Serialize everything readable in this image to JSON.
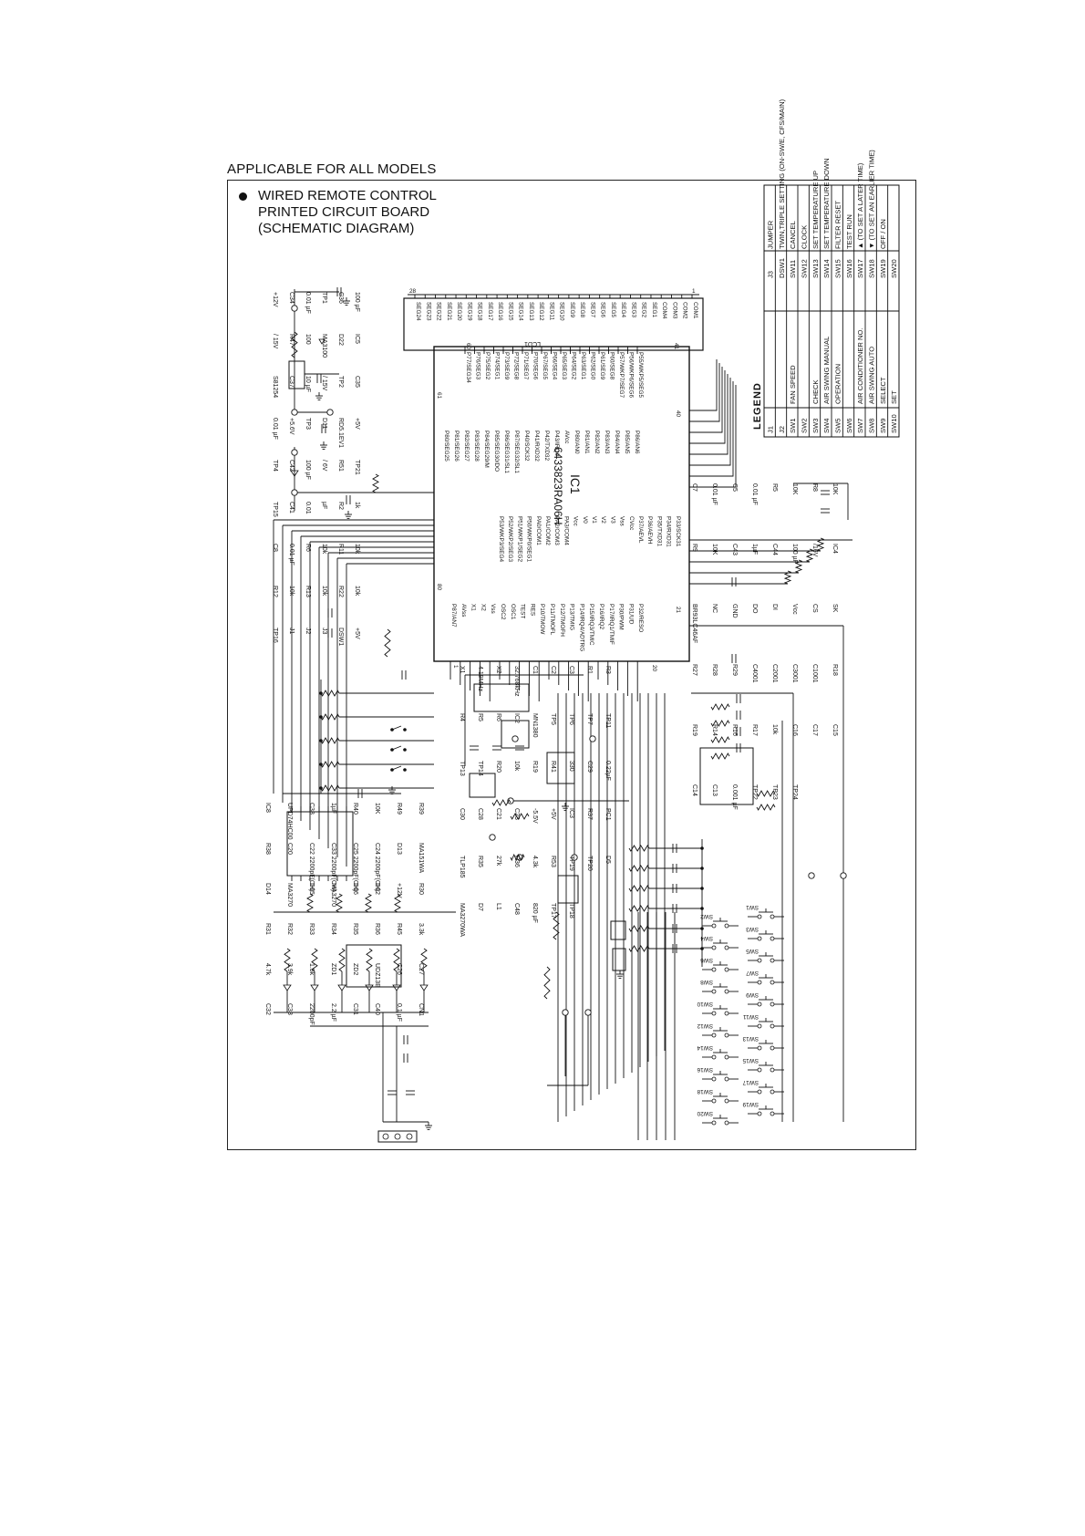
{
  "header": "APPLICABLE FOR ALL MODELS",
  "title": [
    "WIRED REMOTE CONTROL",
    "PRINTED CIRCUIT BOARD",
    "(SCHEMATIC DIAGRAM)"
  ],
  "lcd": {
    "label": "LCD1",
    "pins": [
      "SEG24",
      "SEG23",
      "SEG22",
      "SEG21",
      "SEG20",
      "SEG19",
      "SEG18",
      "SEG17",
      "SEG16",
      "SEG15",
      "SEG14",
      "SEG13",
      "SEG12",
      "SEG11",
      "SEG10",
      "SEG9",
      "SEG8",
      "SEG7",
      "SEG6",
      "SEG5",
      "SEG4",
      "SEG3",
      "SEG2",
      "SEG1",
      "COM4",
      "COM3",
      "COM2",
      "COM1"
    ],
    "pin_left": "28",
    "pin_right": "1"
  },
  "ic1": {
    "name": "IC1",
    "part": "6433823RA06H",
    "corner_pins": {
      "top_left": "60",
      "top_right": "41",
      "right_top": "40",
      "right_bottom": "21",
      "bottom_right": "20",
      "bottom_left": "1",
      "left_top": "61",
      "left_bottom": "80"
    },
    "top_pins": [
      "P77/SEG34",
      "P76/SEG3",
      "P75/SEG2",
      "P74/SEG1",
      "P73/SEG9",
      "P72/SEG8",
      "P71/SEG7",
      "P70/SEG6",
      "P67/SEG5",
      "P66/SEG4",
      "P65/SEG3",
      "P64/SEG2",
      "P63/SEG1",
      "P62/SEG0",
      "P61/SEG9",
      "P60/SEG8",
      "P57/WKP7/SEG7",
      "P56/WKP6/SEG6",
      "P55/WKP5/SEG5"
    ],
    "left_pins": [
      "P80/SEG25",
      "P81/SEG26",
      "P82/SEG27",
      "P83/SEG28",
      "P84/SEG29/M",
      "P85/SEG30/DO",
      "P86/SEG31/SL1",
      "P87/SEG32/SL1",
      "P40/SCK32",
      "P41/RXD32",
      "P42/TXD32",
      "P43/IRQ0",
      "AVcc",
      "P80/AN0",
      "P81/AN1",
      "P82/AN2",
      "P83/AN3",
      "P84/AN4",
      "P85/AN5",
      "P86/AN6"
    ],
    "right_pins": [
      "P53/WKP3/SEG4",
      "P52/WKP2/SEG3",
      "P51/WKP1/SEG2",
      "P50/WKP0/SEG1",
      "PA0/COM1",
      "PA1/COM2",
      "PA2/COM3",
      "PA3/COM4",
      "Vcc",
      "V0",
      "V1",
      "V2",
      "V3",
      "Vss",
      "CVcc",
      "P37/AEVL",
      "P36/AEVH",
      "P35/TXD31",
      "P34/RXD31",
      "P33/SCK31"
    ],
    "bottom_pins": [
      "P87/AN7",
      "AVss",
      "X1",
      "X2",
      "Vss",
      "OSC2",
      "OSC1",
      "TEST",
      "RES",
      "P10/TMOW",
      "P11/TMOFL",
      "P12/TMOFH",
      "P13/TMIG",
      "P14/IRQ4/ADTRG",
      "P15/IRQ3/TMIC",
      "P16/IRQ2",
      "P17/IRQ1/TMIF",
      "P30/PWM",
      "P31/UD",
      "P32/RESO"
    ]
  },
  "left_parts": [
    "+12V",
    "C34",
    "0.01 µF",
    "TP1",
    "C36",
    "100 µF",
    "/ 15V",
    "R47",
    "100",
    "MA3100",
    "D22",
    "IC5",
    "S81254",
    "C37",
    "10 µF",
    "/ 15V",
    "TP2",
    "C35",
    "0.01 µF",
    "+5.6V",
    "TP3",
    "D11",
    "RD5.1EV1",
    "+5V",
    "TP4",
    "C42",
    "100 µF",
    "/ 6V",
    "R51",
    "TP21",
    "TP15",
    "C41",
    "0.01",
    "µF",
    "R2",
    "1k",
    "C8",
    "0.01 µF",
    "R6",
    "10k",
    "R11",
    "10k",
    "R12",
    "10k",
    "R13",
    "10k",
    "R22",
    "10k",
    "TP16",
    "J1",
    "J2",
    "J3",
    "DSW1",
    "+5V"
  ],
  "lower_left_parts": [
    "IC8",
    "UPD74HC00",
    "C38",
    "1µF",
    "R40",
    "10K",
    "R49",
    "R39",
    "R38",
    "C20",
    "C22 2200pF(CH)",
    "C33 2200pF(CH)",
    "C25 2200pF(CH)",
    "C24 2200pF(CH)",
    "D13",
    "MA151WA",
    "D14",
    "MA3270",
    "D15",
    "MA3270",
    "D16",
    "D12",
    "+12V",
    "R30",
    "R31",
    "R32",
    "R33",
    "R34",
    "R35",
    "R36",
    "R45",
    "3.3k",
    "4.7k",
    "3.9k",
    "1.5k",
    "ZD1",
    "ZD2",
    "UDZ13B",
    "C26",
    "C27",
    "C32",
    "C33",
    "2200pF",
    "2.2 µF",
    "C31",
    "C40",
    "0.1 µF",
    "CN1"
  ],
  "middle_parts": [
    "X1",
    "4.19MHz",
    "X2",
    "32.768kHz",
    "C1",
    "C2",
    "C3",
    "R1",
    "R3",
    "R4",
    "R5",
    "R6",
    "IC2",
    "MN1380",
    "TP5",
    "TP6",
    "TP7",
    "TP11",
    "TP13",
    "TP14",
    "R20",
    "10k",
    "R19",
    "R41",
    "330",
    "C29",
    "0.22µF",
    "C30",
    "C28",
    "C21",
    "C23",
    "-5.5V",
    "+5V",
    "IC3",
    "R37",
    "PC1",
    "TLP185",
    "R35",
    "27k",
    "R36",
    "4.3k",
    "R53",
    "TP19",
    "TP20",
    "D5",
    "MA3270WA",
    "D7",
    "L1",
    "C48",
    "820 µF",
    "TP17",
    "TP18"
  ],
  "right_parts": [
    "C7",
    "0.01 µF",
    "C5",
    "0.01 µF",
    "R5",
    "10K",
    "R8",
    "10K",
    "R9",
    "10K",
    "C43",
    "1µF",
    "C44",
    "100 µF",
    "/16V",
    "IC4",
    "BR93LC46AF",
    "NC",
    "GND",
    "DO",
    "DI",
    "Vcc",
    "CS",
    "SK",
    "R27",
    "R28",
    "R29",
    "C4001",
    "C2001",
    "C3001",
    "C1001",
    "R18",
    "R19",
    "R14",
    "R16",
    "R17",
    "10k",
    "C16",
    "C17",
    "C15",
    "C14",
    "C13",
    "0.001 µF",
    "TP22",
    "TP23",
    "TP24"
  ],
  "switches": [
    "SW1",
    "SW2",
    "SW3",
    "SW4",
    "SW5",
    "SW6",
    "SW7",
    "SW8",
    "SW9",
    "SW10",
    "SW11",
    "SW12",
    "SW13",
    "SW14",
    "SW15",
    "SW16",
    "SW17",
    "SW18",
    "SW19",
    "SW20"
  ],
  "legend": {
    "title": "LEGEND",
    "rows": [
      {
        "code": "J1",
        "desc": ""
      },
      {
        "code": "J2",
        "desc": ""
      },
      {
        "code": "SW1",
        "desc": "FAN SPEED"
      },
      {
        "code": "SW2",
        "desc": ""
      },
      {
        "code": "SW3",
        "desc": "CHECK"
      },
      {
        "code": "SW4",
        "desc": "AIR SWING MANUAL"
      },
      {
        "code": "SW5",
        "desc": "OPERATION"
      },
      {
        "code": "SW6",
        "desc": ""
      },
      {
        "code": "SW7",
        "desc": "AIR CONDITIONER NO."
      },
      {
        "code": "SW8",
        "desc": "AIR SWING AUTO"
      },
      {
        "code": "SW9",
        "desc": "SELECT"
      },
      {
        "code": "SW10",
        "desc": "SET"
      },
      {
        "code": "J3",
        "desc": "JUMPER"
      },
      {
        "code": "DSW1",
        "desc": "TWIN,TRIPLE SETTING (ON-SW/E, CFS/MAIN)"
      },
      {
        "code": "SW11",
        "desc": "CANCEL"
      },
      {
        "code": "SW12",
        "desc": "CLOCK"
      },
      {
        "code": "SW13",
        "desc": "SET TEMPERATURE UP"
      },
      {
        "code": "SW14",
        "desc": "SET TEMPERATURE DOWN"
      },
      {
        "code": "SW15",
        "desc": "FILTER RESET"
      },
      {
        "code": "SW16",
        "desc": "TEST RUN"
      },
      {
        "code": "SW17",
        "desc": "▲ (TO SET A LATER TIME)"
      },
      {
        "code": "SW18",
        "desc": "▼ (TO SET AN EARLIER TIME)"
      },
      {
        "code": "SW19",
        "desc": "OFF / ON"
      },
      {
        "code": "SW20",
        "desc": ""
      }
    ]
  }
}
